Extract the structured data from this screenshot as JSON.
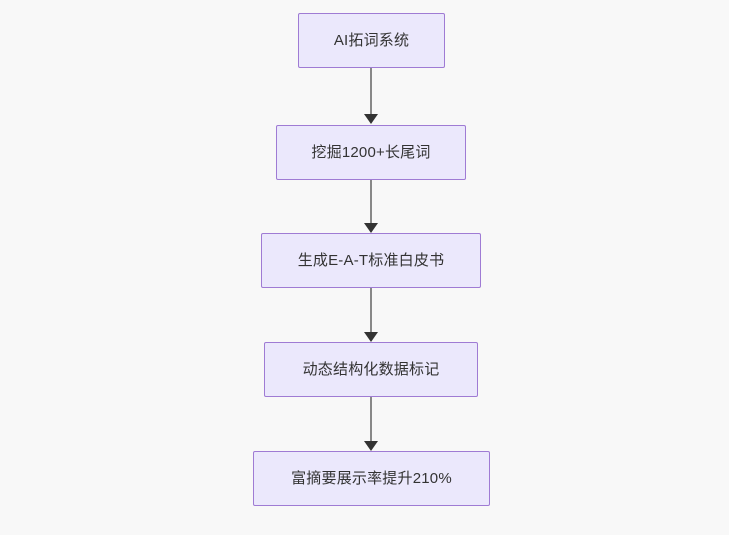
{
  "diagram": {
    "type": "flowchart",
    "direction": "top-to-bottom",
    "background_color": "#f8f8f8",
    "node_fill_color": "#ebe8fc",
    "node_border_color": "#9f7bd4",
    "node_text_color": "#333333",
    "edge_color": "#888888",
    "arrowhead_color": "#333333",
    "nodes": [
      {
        "id": "n1",
        "label": "AI拓词系统"
      },
      {
        "id": "n2",
        "label": "挖掘1200+长尾词"
      },
      {
        "id": "n3",
        "label": "生成E-A-T标准白皮书"
      },
      {
        "id": "n4",
        "label": "动态结构化数据标记"
      },
      {
        "id": "n5",
        "label": "富摘要展示率提升210%"
      }
    ],
    "edges": [
      {
        "from": "n1",
        "to": "n2",
        "label": ""
      },
      {
        "from": "n2",
        "to": "n3",
        "label": ""
      },
      {
        "from": "n3",
        "to": "n4",
        "label": ""
      },
      {
        "from": "n4",
        "to": "n5",
        "label": ""
      }
    ]
  }
}
